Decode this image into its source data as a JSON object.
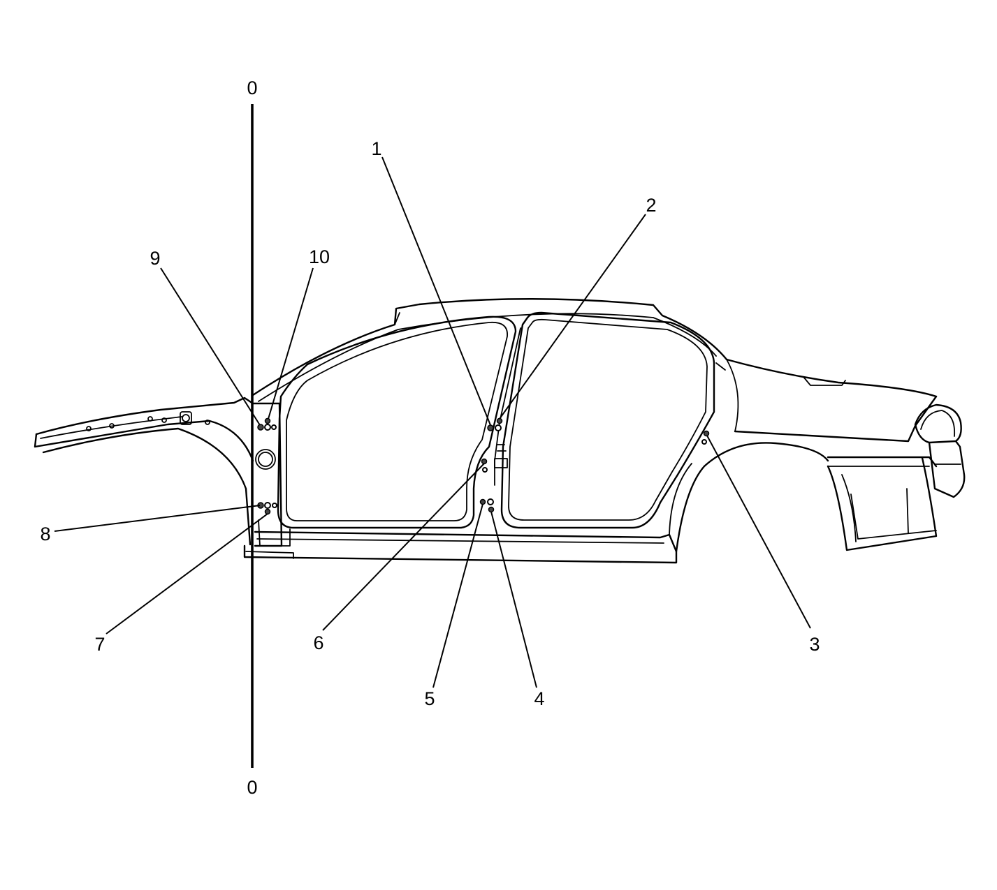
{
  "reference_line": {
    "top_label": "0",
    "bottom_label": "0"
  },
  "callouts": [
    {
      "id": "1",
      "label": "1"
    },
    {
      "id": "2",
      "label": "2"
    },
    {
      "id": "3",
      "label": "3"
    },
    {
      "id": "4",
      "label": "4"
    },
    {
      "id": "5",
      "label": "5"
    },
    {
      "id": "6",
      "label": "6"
    },
    {
      "id": "7",
      "label": "7"
    },
    {
      "id": "8",
      "label": "8"
    },
    {
      "id": "9",
      "label": "9"
    },
    {
      "id": "10",
      "label": "10"
    }
  ]
}
